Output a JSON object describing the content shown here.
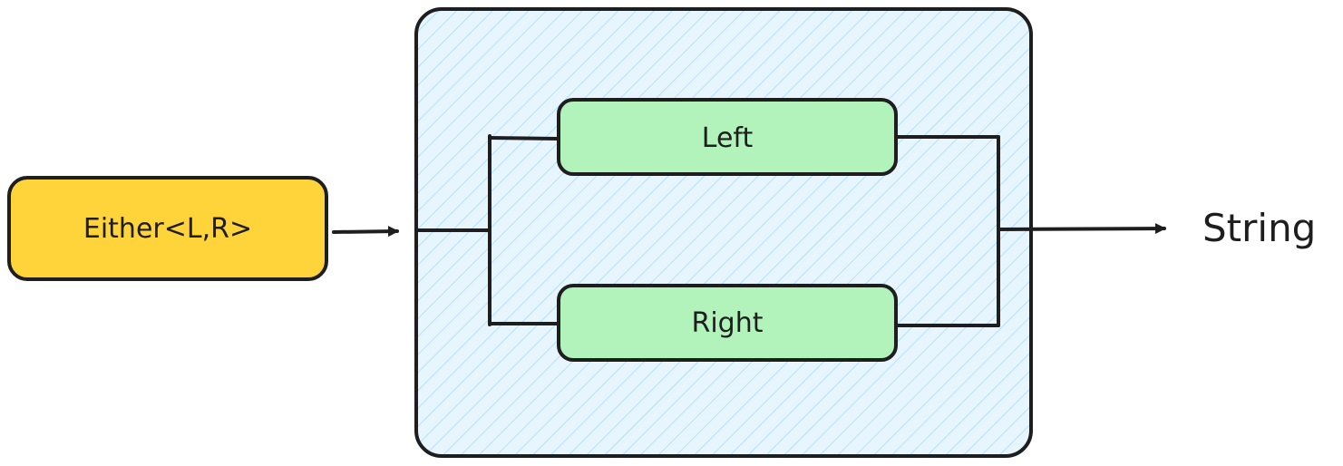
{
  "diagram": {
    "input_node": {
      "label": "Either<L,R>",
      "fill": "#ffd43b"
    },
    "container": {
      "fill": "#e7f5ff",
      "hatch": "#a5d8ff"
    },
    "branch_left": {
      "label": "Left",
      "fill": "#b2f2bb"
    },
    "branch_right": {
      "label": "Right",
      "fill": "#b2f2bb"
    },
    "output": {
      "label": "String"
    },
    "stroke": "#1e1e1e"
  }
}
